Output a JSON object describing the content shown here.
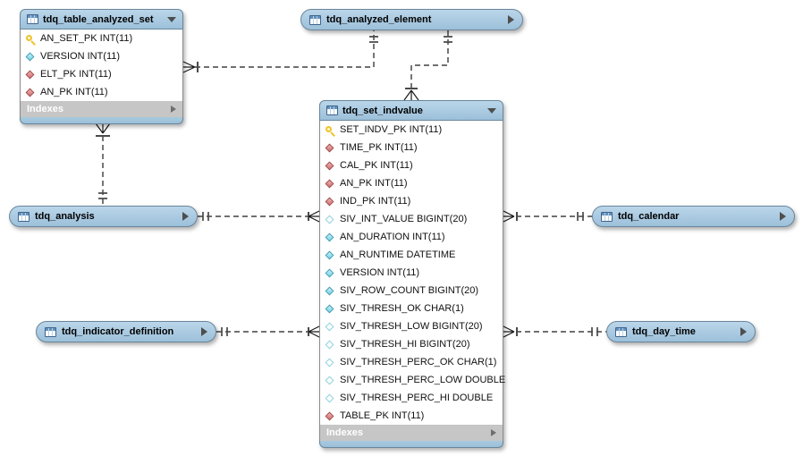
{
  "colors": {
    "table_header_blue": "#a8c9e0",
    "table_border": "#69869c",
    "indexes_bar_gray": "#c6c6c6",
    "relationship_line": "#1a1a1a",
    "pk_icon_yellow": "#eec42e",
    "fk_icon_red": "#cf6d6d",
    "notnull_icon_cyan": "#6fd2e4"
  },
  "tables": {
    "analyzed_set": {
      "name": "tdq_table_analyzed_set",
      "footer": "Indexes",
      "columns": [
        {
          "icon": "pk",
          "label": "AN_SET_PK INT(11)"
        },
        {
          "icon": "notnull",
          "label": "VERSION INT(11)"
        },
        {
          "icon": "fk",
          "label": "ELT_PK INT(11)"
        },
        {
          "icon": "fk",
          "label": "AN_PK INT(11)"
        }
      ]
    },
    "analyzed_element": {
      "name": "tdq_analyzed_element"
    },
    "set_indvalue": {
      "name": "tdq_set_indvalue",
      "footer": "Indexes",
      "columns": [
        {
          "icon": "pk",
          "label": "SET_INDV_PK INT(11)"
        },
        {
          "icon": "fk",
          "label": "TIME_PK INT(11)"
        },
        {
          "icon": "fk",
          "label": "CAL_PK INT(11)"
        },
        {
          "icon": "fk",
          "label": "AN_PK INT(11)"
        },
        {
          "icon": "fk",
          "label": "IND_PK INT(11)"
        },
        {
          "icon": "nullable",
          "label": "SIV_INT_VALUE BIGINT(20)"
        },
        {
          "icon": "notnull",
          "label": "AN_DURATION INT(11)"
        },
        {
          "icon": "notnull",
          "label": "AN_RUNTIME DATETIME"
        },
        {
          "icon": "notnull",
          "label": "VERSION INT(11)"
        },
        {
          "icon": "notnull",
          "label": "SIV_ROW_COUNT BIGINT(20)"
        },
        {
          "icon": "notnull",
          "label": "SIV_THRESH_OK CHAR(1)"
        },
        {
          "icon": "nullable",
          "label": "SIV_THRESH_LOW BIGINT(20)"
        },
        {
          "icon": "nullable",
          "label": "SIV_THRESH_HI BIGINT(20)"
        },
        {
          "icon": "nullable",
          "label": "SIV_THRESH_PERC_OK CHAR(1)"
        },
        {
          "icon": "nullable",
          "label": "SIV_THRESH_PERC_LOW DOUBLE"
        },
        {
          "icon": "nullable",
          "label": "SIV_THRESH_PERC_HI DOUBLE"
        },
        {
          "icon": "fk",
          "label": "TABLE_PK INT(11)"
        }
      ]
    },
    "analysis": {
      "name": "tdq_analysis"
    },
    "calendar": {
      "name": "tdq_calendar"
    },
    "indicator_definition": {
      "name": "tdq_indicator_definition"
    },
    "day_time": {
      "name": "tdq_day_time"
    }
  },
  "relationships": [
    {
      "from": "tdq_table_analyzed_set",
      "to": "tdq_analyzed_element",
      "from_cardinality": "many",
      "to_cardinality": "one",
      "style": "dashed"
    },
    {
      "from": "tdq_set_indvalue",
      "to": "tdq_analyzed_element",
      "from_cardinality": "many",
      "to_cardinality": "one",
      "style": "dashed"
    },
    {
      "from": "tdq_table_analyzed_set",
      "to": "tdq_analysis",
      "from_cardinality": "many",
      "to_cardinality": "one",
      "style": "dashed"
    },
    {
      "from": "tdq_set_indvalue",
      "to": "tdq_analysis",
      "from_cardinality": "many",
      "to_cardinality": "one",
      "style": "dashed"
    },
    {
      "from": "tdq_set_indvalue",
      "to": "tdq_calendar",
      "from_cardinality": "many",
      "to_cardinality": "one",
      "style": "dashed"
    },
    {
      "from": "tdq_set_indvalue",
      "to": "tdq_indicator_definition",
      "from_cardinality": "many",
      "to_cardinality": "one",
      "style": "dashed"
    },
    {
      "from": "tdq_set_indvalue",
      "to": "tdq_day_time",
      "from_cardinality": "many",
      "to_cardinality": "one",
      "style": "dashed"
    }
  ]
}
